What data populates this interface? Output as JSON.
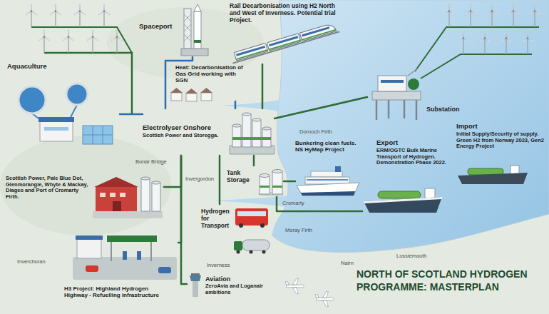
{
  "diagram": {
    "title": "NORTH OF SCOTLAND HYDROGEN PROGRAMME: MASTERPLAN",
    "nodes": [
      {
        "text": [
          "Spaceport"
        ]
      },
      {
        "text": [
          "Rail Decarbonisation using H2 North and West of Inverness. Potential trial Project."
        ]
      },
      {
        "text": [
          "Heat: Decarbonisation of Gas Grid working with SGN"
        ]
      },
      {
        "text": [
          "Aquaculture"
        ]
      },
      {
        "text": [
          "Substation"
        ]
      },
      {
        "text": [
          "Electrolyser Onshore",
          "Scottish Power and Storegga."
        ]
      },
      {
        "text": [
          "Import",
          "Initial Supply/Security of supply. Green H2 from Norway 2023, Gen2 Energy Project"
        ]
      },
      {
        "text": [
          "Bunkering clean fuels. NS HyMap Project"
        ]
      },
      {
        "text": [
          "Export",
          "ERM/OGTC Bulk Marine Transport of Hydrogen. Demonstration Phase 2022."
        ]
      },
      {
        "text": [
          "Tank Storage"
        ]
      },
      {
        "text": [
          "Scottish Power, Pale Blue Dot, Glenmorangie, Whyte & Mackay, Diageo and Port of Cromarty Firth."
        ]
      },
      {
        "text": [
          "Hydrogen for Transport"
        ]
      },
      {
        "text": [
          "H3 Project: Highland Hydrogen Highway - Refuelling infrastructure"
        ]
      },
      {
        "text": [
          "Aviation",
          "ZeroAvia and Loganair ambitions"
        ]
      }
    ],
    "edges": [
      {
        "from": 5,
        "to": 0,
        "arrow": "none"
      },
      {
        "from": 5,
        "to": 1,
        "arrow": "none"
      },
      {
        "from": 5,
        "to": 2,
        "arrow": "none"
      },
      {
        "from": 5,
        "to": 3,
        "arrow": "none"
      },
      {
        "from": 5,
        "to": 4,
        "arrow": "none"
      },
      {
        "from": 5,
        "to": 9,
        "arrow": "none"
      },
      {
        "from": 9,
        "to": 7,
        "arrow": "none"
      },
      {
        "from": 9,
        "to": 8,
        "arrow": "none"
      },
      {
        "from": 5,
        "to": 10,
        "arrow": "none"
      },
      {
        "from": 5,
        "to": 11,
        "arrow": "none"
      },
      {
        "from": 5,
        "to": 12,
        "arrow": "none"
      },
      {
        "from": 5,
        "to": 13,
        "arrow": "none"
      }
    ],
    "labels": [
      "Bonar Bridge",
      "Dornoch Firth",
      "Invergordon",
      "Cromarty",
      "Moray Firth",
      "Inverchoran",
      "Inverness",
      "Nairn",
      "Lossiemouth"
    ]
  }
}
